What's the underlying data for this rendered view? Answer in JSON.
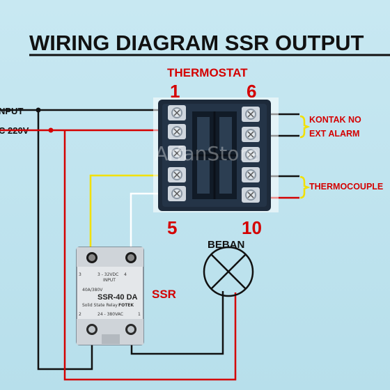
{
  "title": "WIRING DIAGRAM SSR OUTPUT",
  "thermostat": {
    "label": "THERMOSTAT",
    "pin_top_left": "1",
    "pin_top_right": "6",
    "pin_bottom_left": "5",
    "pin_bottom_right": "10"
  },
  "input": {
    "line1": "NPUT",
    "line2": "C 220V"
  },
  "right_labels": {
    "kontak_line1": "KONTAK NO",
    "kontak_line2": "EXT ALARM",
    "thermocouple": "THERMOCOUPLE"
  },
  "beban_label": "BEBAN",
  "ssr": {
    "label": "SSR",
    "pin1": "1",
    "pin2": "2",
    "pin3": "3",
    "pin4": "4",
    "model": "SSR-40 DA",
    "brand": "FOTEK",
    "type": "Solid State Relay",
    "rating": "40A/380V",
    "input_spec": "INPUT",
    "input_range": "3 - 32VDC",
    "output_range": "24 - 380VAC"
  },
  "watermark": "ArfanStore",
  "colors": {
    "wire_red": "#d40000",
    "wire_black": "#111111",
    "wire_yellow": "#f2e000",
    "wire_white": "#ffffff",
    "label_red": "#d40000"
  }
}
